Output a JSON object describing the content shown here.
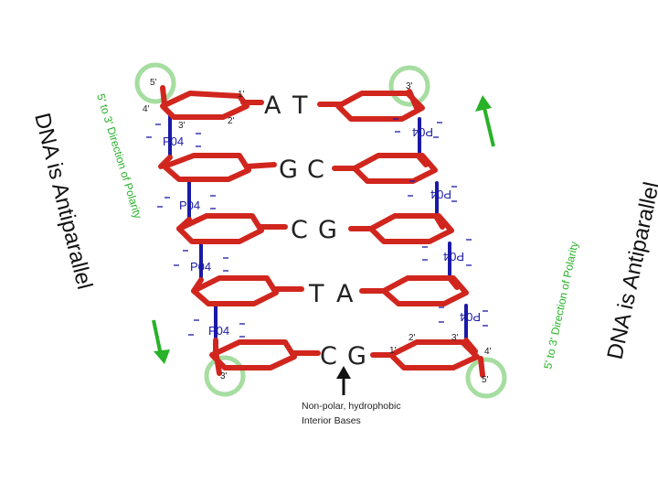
{
  "base_pairs": [
    {
      "left": "A",
      "right": "T"
    },
    {
      "left": "G",
      "right": "C"
    },
    {
      "left": "C",
      "right": "G"
    },
    {
      "left": "T",
      "right": "A"
    },
    {
      "left": "C",
      "right": "G"
    }
  ],
  "title_left": "DNA is Antiparallel",
  "title_right": "DNA is Antiparallel",
  "direction_left": "5' to 3' Direction of Polarity",
  "direction_right": "5' to 3' Direction of Polarity",
  "phosphate_label": "P04",
  "carbon_labels": {
    "top_5": "5'",
    "top_4": "4'",
    "top_1": "1'",
    "top_3": "3'",
    "top_2": "2'",
    "top_right_3": "3'",
    "bottom_left_3": "3'",
    "bottom_1": "1'",
    "bottom_2": "2'",
    "bottom_3": "3'",
    "bottom_4": "4'",
    "bottom_5": "5'"
  },
  "annotation": {
    "line1": "Non-polar, hydrophobic",
    "line2": "Interior Bases"
  },
  "colors": {
    "sugar": "#d0261e",
    "phosphate": "#1a1aa6",
    "highlight": "#a6dda0",
    "direction": "#28b228"
  }
}
